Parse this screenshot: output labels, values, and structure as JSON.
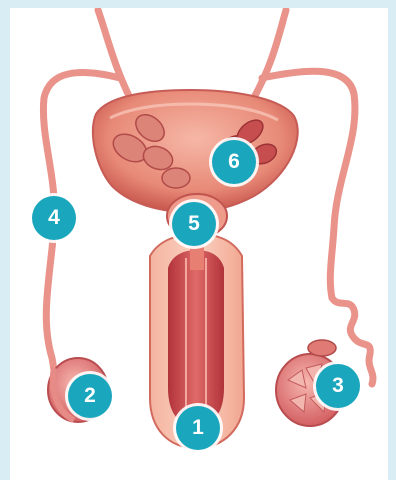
{
  "markers": [
    {
      "id": "1"
    },
    {
      "id": "2"
    },
    {
      "id": "3"
    },
    {
      "id": "4"
    },
    {
      "id": "5"
    },
    {
      "id": "6"
    }
  ],
  "colors": {
    "marker": "#1aa7bd",
    "frame": "#d8eef4",
    "tissue_light": "#f2a79a",
    "tissue_mid": "#e77f72",
    "tissue_dark": "#c9474a",
    "duct": "#e9938a"
  }
}
